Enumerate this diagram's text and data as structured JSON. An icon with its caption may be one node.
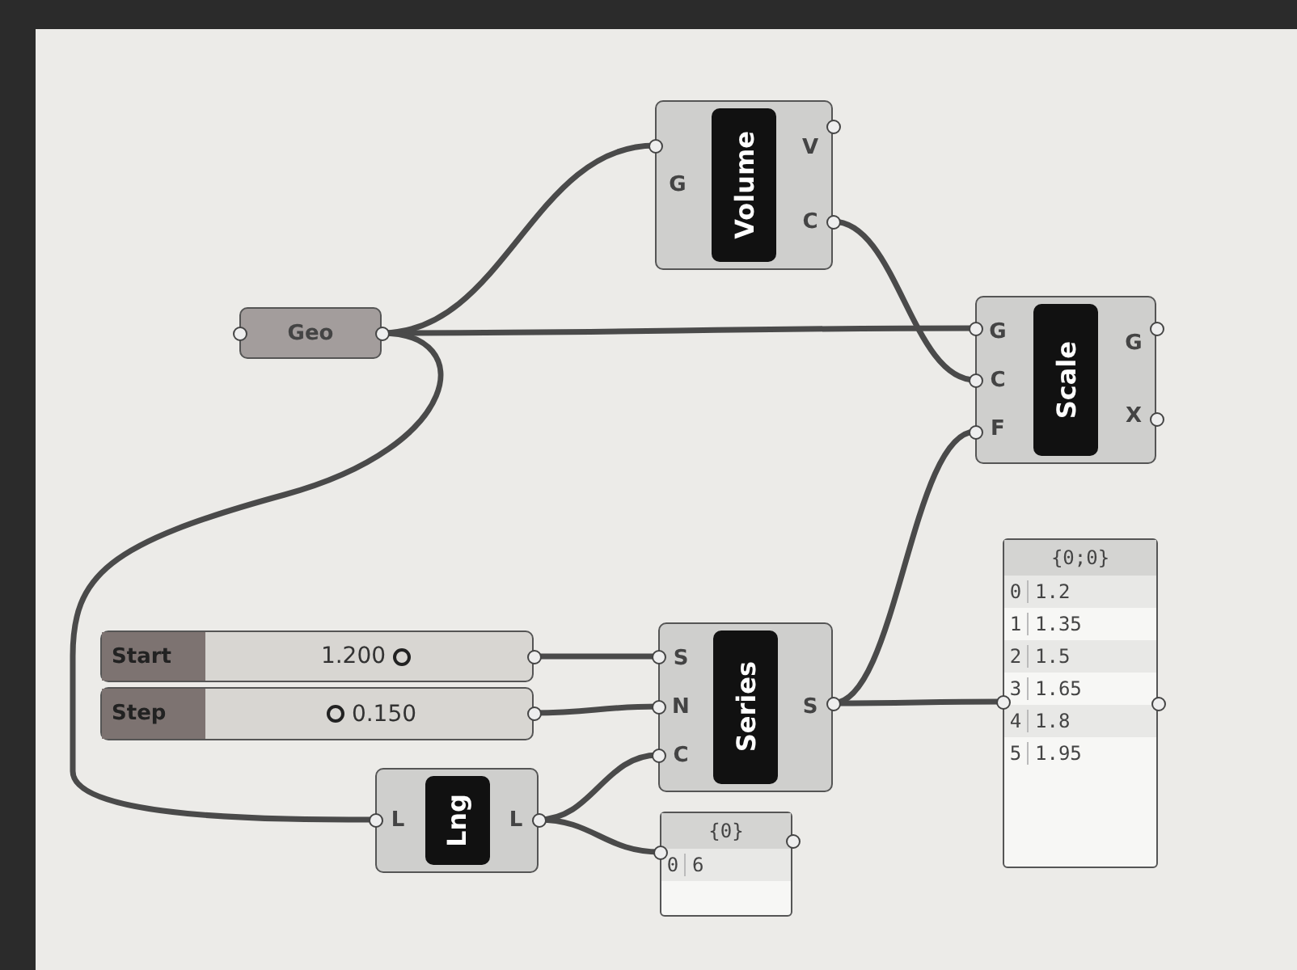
{
  "diagram": {
    "nodes": [
      {
        "text": [
          "G",
          "Volume",
          "V",
          "C"
        ]
      },
      {
        "text": [
          "Geo"
        ]
      },
      {
        "text": [
          "G",
          "C",
          "F",
          "Scale",
          "G",
          "X"
        ]
      },
      {
        "text": [
          "Start",
          "1.200"
        ]
      },
      {
        "text": [
          "Step",
          "0.150"
        ]
      },
      {
        "text": [
          "S",
          "N",
          "C",
          "Series",
          "S"
        ]
      },
      {
        "text": [
          "{0;0}",
          "0",
          "1.2",
          "1",
          "1.35",
          "2",
          "1.5",
          "3",
          "1.65",
          "4",
          "1.8",
          "5",
          "1.95"
        ]
      },
      {
        "text": [
          "L",
          "Lng",
          "L"
        ]
      },
      {
        "text": [
          "{0}",
          "0",
          "6"
        ]
      }
    ],
    "edges": [
      {
        "from": 1,
        "to": 0,
        "arrow": "none"
      },
      {
        "from": 1,
        "to": 2,
        "arrow": "none"
      },
      {
        "from": 0,
        "to": 2,
        "arrow": "none"
      },
      {
        "from": 1,
        "to": 7,
        "arrow": "none"
      },
      {
        "from": 5,
        "to": 2,
        "arrow": "none"
      },
      {
        "from": 3,
        "to": 5,
        "arrow": "none"
      },
      {
        "from": 4,
        "to": 5,
        "arrow": "none"
      },
      {
        "from": 7,
        "to": 5,
        "arrow": "none"
      },
      {
        "from": 5,
        "to": 6,
        "arrow": "none"
      },
      {
        "from": 7,
        "to": 8,
        "arrow": "none"
      }
    ]
  }
}
